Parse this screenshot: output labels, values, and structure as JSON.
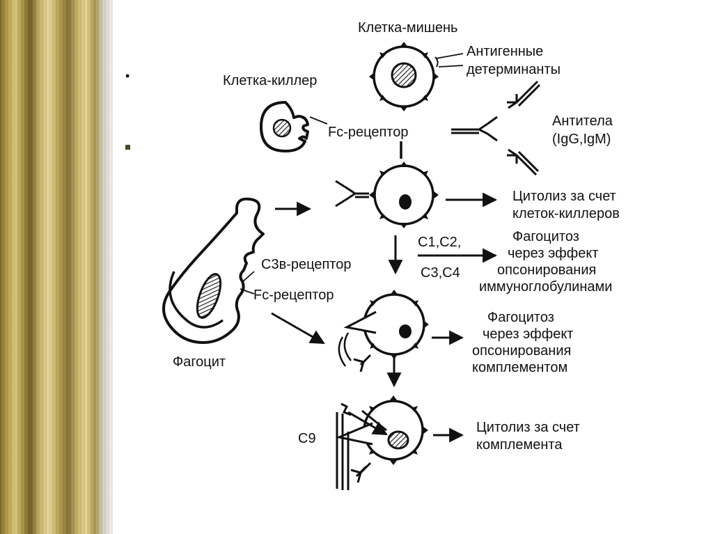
{
  "bullets": [
    "•",
    "▪"
  ],
  "labels": {
    "target_cell": "Клетка-мишень",
    "antigenic_1": "Антигенные",
    "antigenic_2": "детерминанты",
    "killer_cell": "Клетка-киллер",
    "fc_receptor_top": "Fc-рецептор",
    "antibodies_1": "Антитела",
    "antibodies_2": "(IgG,IgM)",
    "cytolysis_killers_1": "Цитолиз за счет",
    "cytolysis_killers_2": "клеток-киллеров",
    "complement_c1c2": "C1,C2,",
    "complement_c3c4": "C3,C4",
    "phago_ig_1": "Фагоцитоз",
    "phago_ig_2": "через эффект",
    "phago_ig_3": "опсонирования",
    "phago_ig_4": "иммуноглобулинами",
    "c3b_receptor": "C3в-рецептор",
    "fc_receptor_mid": "Fc-рецептор",
    "phago_comp_1": "Фагоцитоз",
    "phago_comp_2": "через эффект",
    "phago_comp_3": "опсонирования",
    "phago_comp_4": "комплементом",
    "phagocyte": "Фагоцит",
    "c9": "C9",
    "cytolysis_comp_1": "Цитолиз за счет",
    "cytolysis_comp_2": "комплемента"
  },
  "colors": {
    "ink": "#111111",
    "border_gold": "#c2ad60"
  }
}
